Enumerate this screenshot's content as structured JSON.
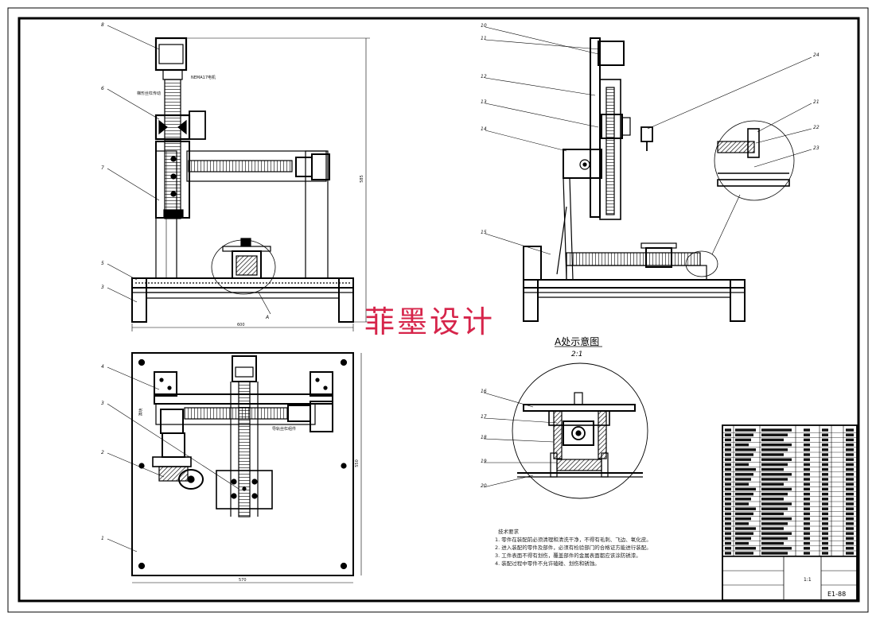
{
  "watermark": "菲墨设计",
  "detail_view": {
    "title": "A处示意图",
    "scale": "2:1"
  },
  "tech_notes": {
    "title": "技术要求",
    "lines": [
      "1. 零件在装配前必须清理和清洗干净，不得有毛刺、飞边、氧化皮。",
      "2. 进入装配的零件及部件，必须有检验部门的合格证方能进行装配。",
      "3. 工件表面不得有划伤，覆盖部件的金属表面都应该涂防锈漆。",
      "4. 装配过程中零件不允许磕碰、划伤和锈蚀。"
    ]
  },
  "part_labels": {
    "front_view": [
      "8",
      "6",
      "7",
      "5",
      "3",
      "A"
    ],
    "top_view": [
      "4",
      "3",
      "2",
      "1"
    ],
    "side_view": [
      "10",
      "11",
      "12",
      "13",
      "14",
      "15",
      "24",
      "21",
      "22",
      "23"
    ],
    "detail": [
      "16",
      "17",
      "18",
      "19",
      "20"
    ]
  },
  "dimensions": {
    "front_width": "600",
    "front_height": "585",
    "top_width": "570",
    "top_height": "550",
    "front_small_1": "NEMA17电机",
    "front_small_2": "梯形丝杠传动",
    "top_small_1": "滑块",
    "top_small_2": "导轨丝杠组件"
  },
  "title_block": {
    "scale": "1:1",
    "mark": "E1-88"
  }
}
